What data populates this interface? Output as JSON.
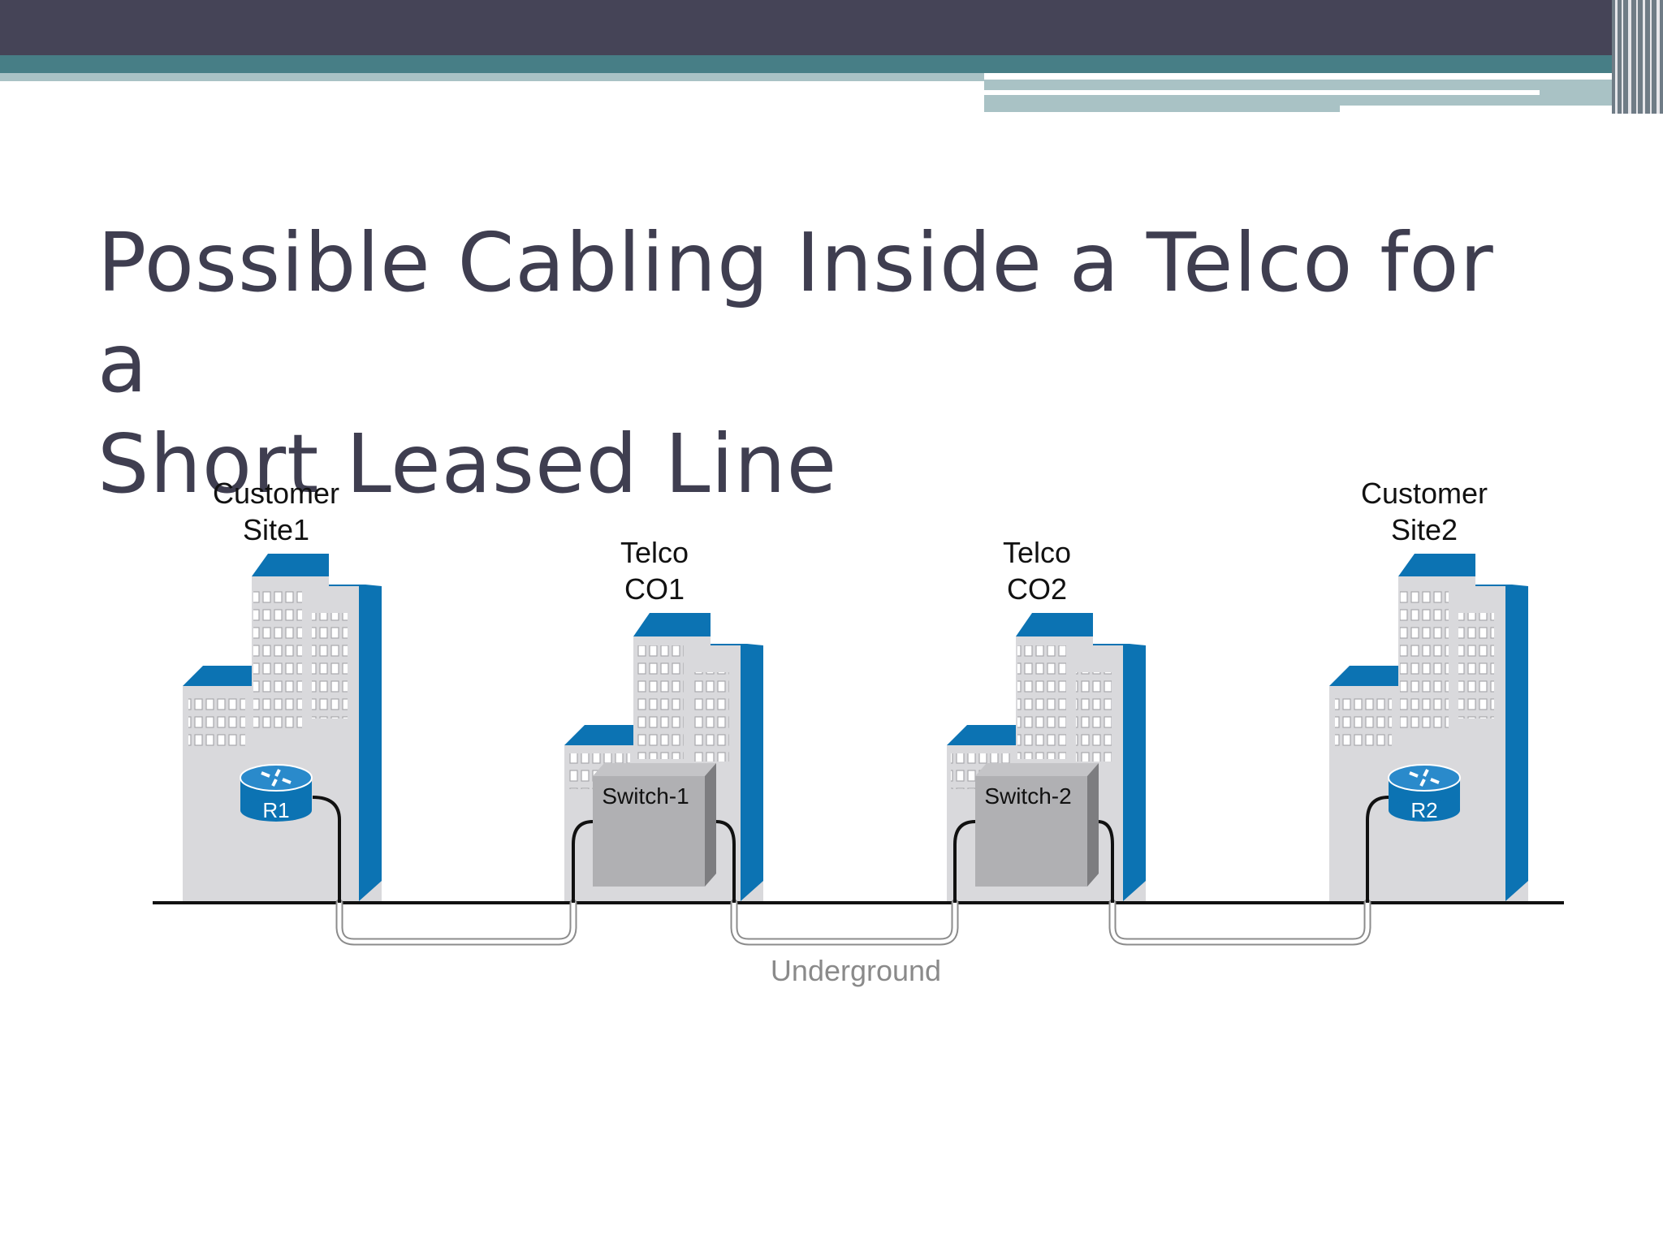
{
  "slide": {
    "title_line1": "Possible Cabling Inside a Telco for a",
    "title_line2": "Short Leased Line"
  },
  "diagram": {
    "sites": [
      {
        "label_line1": "Customer",
        "label_line2": "Site1",
        "device_label": "R1",
        "device_type": "router-icon"
      },
      {
        "label_line1": "Telco",
        "label_line2": "CO1",
        "device_label": "Switch-1",
        "device_type": "switch-icon"
      },
      {
        "label_line1": "Telco",
        "label_line2": "CO2",
        "device_label": "Switch-2",
        "device_type": "switch-icon"
      },
      {
        "label_line1": "Customer",
        "label_line2": "Site2",
        "device_label": "R2",
        "device_type": "router-icon"
      }
    ],
    "ground_label": "Underground"
  },
  "colors": {
    "header_dark": "#454457",
    "header_teal": "#477e86",
    "header_pale": "#a9c2c5",
    "building_face": "#d9d9dc",
    "building_accent": "#0c73b3",
    "title_text": "#3f3e50"
  }
}
